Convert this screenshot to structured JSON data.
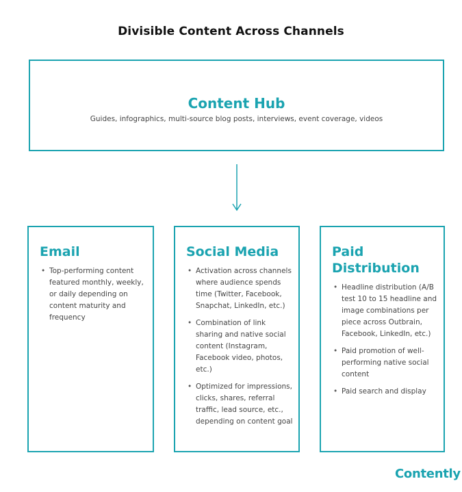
{
  "title": "Divisible Content Across Channels",
  "hub": {
    "title": "Content Hub",
    "subtitle": "Guides, infographics, multi-source blog posts, interviews, event coverage, videos"
  },
  "cards": [
    {
      "title": "Email",
      "items": [
        "Top-performing content featured monthly, weekly, or daily depending on content maturity and frequency"
      ]
    },
    {
      "title": "Social Media",
      "items": [
        "Activation across channels where audience spends time (Twitter, Facebook, Snapchat, LinkedIn, etc.)",
        "Combination of link sharing and native social content (Instagram, Facebook video, photos, etc.)",
        "Optimized for impressions, clicks, shares, referral traffic, lead source, etc., depending on content goal"
      ]
    },
    {
      "title": "Paid Distribution",
      "items": [
        "Headline distribution (A/B test 10 to 15 headline and image combinations per piece across Outbrain, Facebook, LinkedIn, etc.)",
        "Paid promotion of well-performing native social content",
        "Paid search and display"
      ]
    }
  ],
  "brand": "Contently",
  "colors": {
    "accent": "#1aa3b0",
    "text": "#444444",
    "title": "#111111"
  }
}
